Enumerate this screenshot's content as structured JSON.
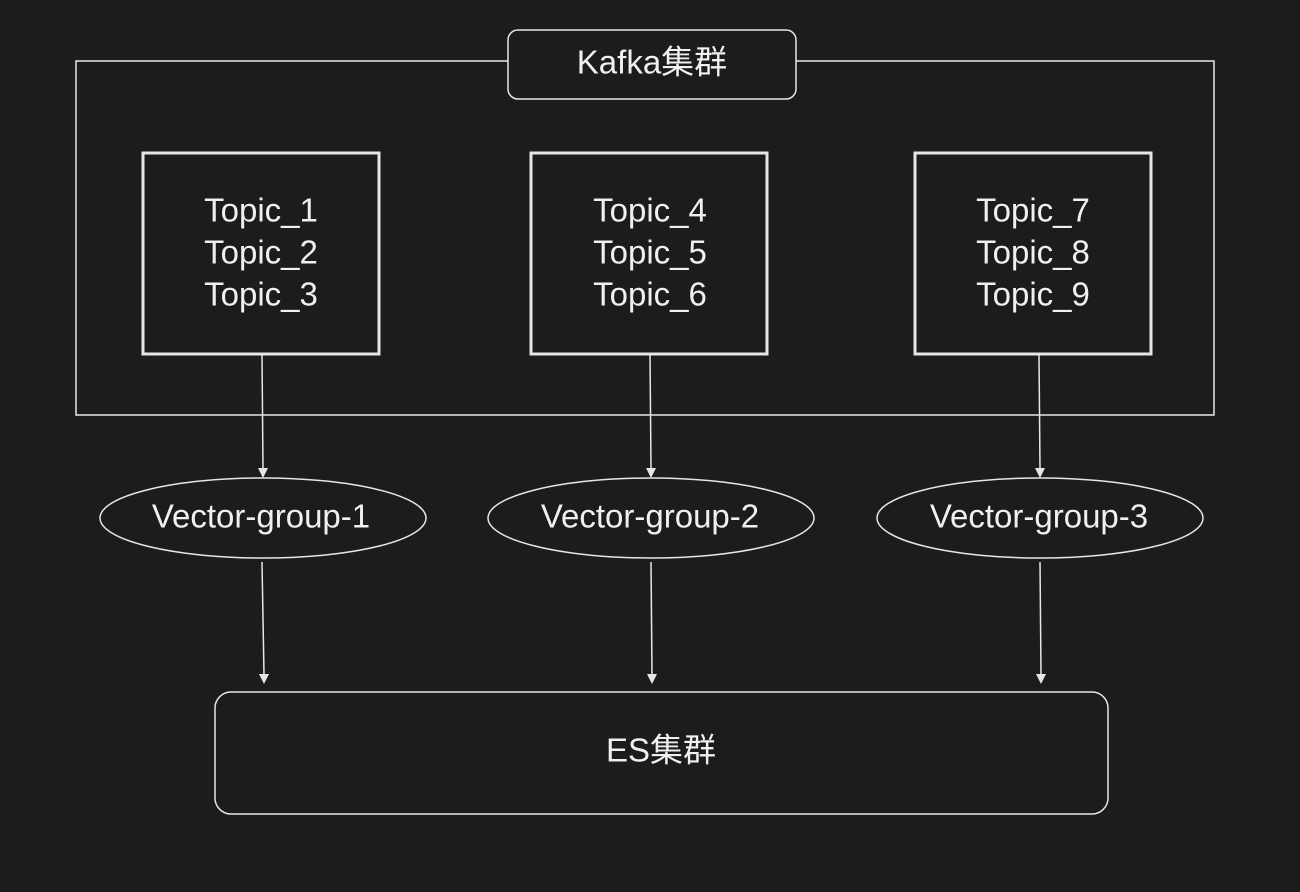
{
  "kafka_cluster": {
    "label": "Kafka集群"
  },
  "topic_boxes": [
    {
      "topics": [
        "Topic_1",
        "Topic_2",
        "Topic_3"
      ]
    },
    {
      "topics": [
        "Topic_4",
        "Topic_5",
        "Topic_6"
      ]
    },
    {
      "topics": [
        "Topic_7",
        "Topic_8",
        "Topic_9"
      ]
    }
  ],
  "vector_groups": [
    {
      "label": "Vector-group-1"
    },
    {
      "label": "Vector-group-2"
    },
    {
      "label": "Vector-group-3"
    }
  ],
  "es_cluster": {
    "label": "ES集群"
  },
  "colors": {
    "background": "#1b1c1e",
    "stroke": "#e6e6e6",
    "text": "#f0f0f0"
  }
}
